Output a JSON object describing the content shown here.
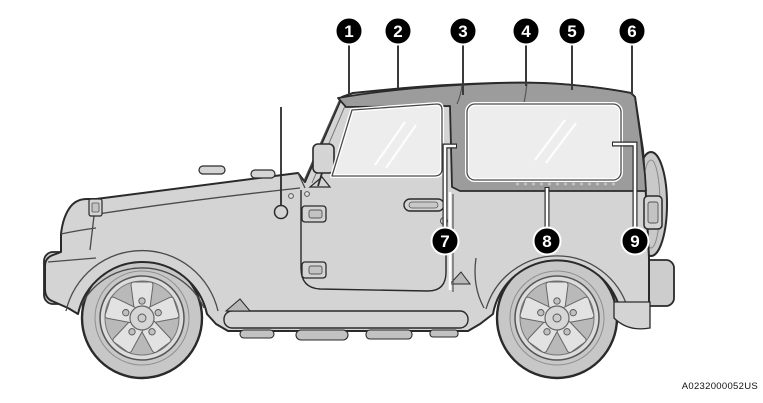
{
  "figure": {
    "type": "owners-manual-callout-diagram",
    "subject": "two-door-suv-soft-top-side-view",
    "reference_code": "A0232000052US",
    "callouts": [
      {
        "number": "1"
      },
      {
        "number": "2"
      },
      {
        "number": "3"
      },
      {
        "number": "4"
      },
      {
        "number": "5"
      },
      {
        "number": "6"
      },
      {
        "number": "7"
      },
      {
        "number": "8"
      },
      {
        "number": "9"
      }
    ],
    "colors": {
      "background": "#ffffff",
      "body": "#d4d4d4",
      "soft_top": "#9c9c9c",
      "window_glass": "#ededed",
      "outline": "#2a2a2a",
      "callout_bg": "#000000",
      "callout_text": "#ffffff"
    }
  }
}
